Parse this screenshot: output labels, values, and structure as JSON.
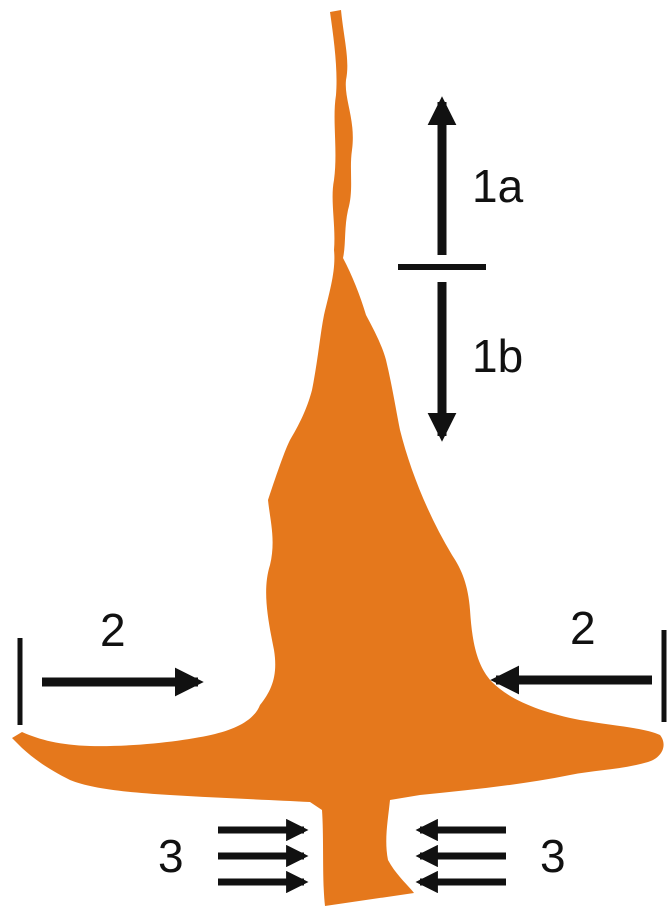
{
  "colors": {
    "shape": "#E5781C",
    "arrows": "#111111",
    "background": "#ffffff"
  },
  "labels": {
    "label_1a": "1a",
    "label_1b": "1b",
    "label_2_left": "2",
    "label_2_right": "2",
    "label_3_left": "3",
    "label_3_right": "3"
  }
}
